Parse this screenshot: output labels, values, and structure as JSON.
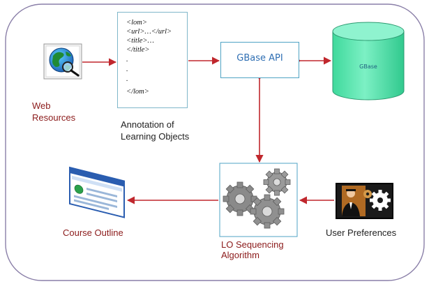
{
  "nodes": {
    "web_resources": "Web\nResources",
    "annotation": "Annotation of\nLearning Objects",
    "gbase_api": "GBase API",
    "gbase_db": "GBase",
    "course_outline": "Course Outline",
    "lo_sequencing": "LO Sequencing\nAlgorithm",
    "user_preferences": "User Preferences"
  },
  "annotation_lines": [
    "<lom>",
    "<url>…</url>",
    "<title>…",
    "</title>",
    ".",
    ".",
    ".",
    "</lom>"
  ],
  "colors": {
    "frame_border": "#8a7fa8",
    "arrow": "#c0272d",
    "db_fill": "#45dfa6",
    "db_top": "#7cf0c4",
    "box_border": "#4fa3c4",
    "label_dark": "#1f1f1f",
    "label_red": "#8b1a1a",
    "api_text": "#2f6fb3"
  },
  "icons": {
    "web": "globe-magnifier-icon",
    "course": "browser-window-icon",
    "lo": "gears-icon",
    "user": "businessman-gears-icon"
  }
}
